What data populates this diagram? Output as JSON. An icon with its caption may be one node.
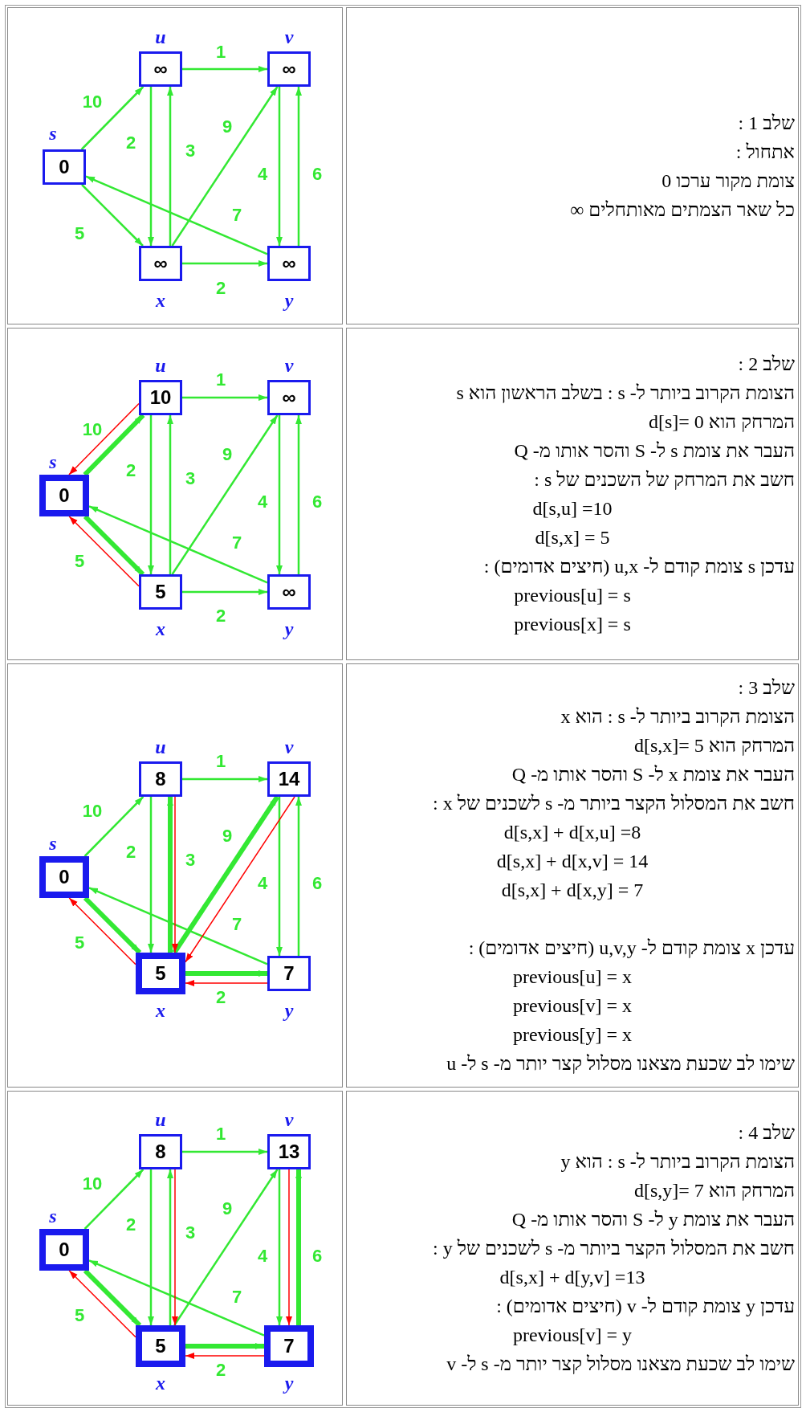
{
  "diagram": {
    "nodes": [
      {
        "text": [],
        "shape": "box"
      },
      {
        "text": [
          "∞"
        ],
        "beside": [
          "u"
        ],
        "in": 0
      },
      {
        "text": [
          "∞"
        ],
        "beside": [
          "v"
        ],
        "in": 0
      },
      {
        "text": [
          "0"
        ],
        "beside": [
          "s"
        ],
        "in": 0
      },
      {
        "text": [
          "∞"
        ],
        "beside": [
          "x"
        ],
        "in": 0
      },
      {
        "text": [
          "∞"
        ],
        "beside": [
          "y"
        ],
        "in": 0
      },
      {
        "text": [
          "שלב 1 :",
          "אתחול :",
          "צומת מקור ערכו 0",
          "כל שאר הצמתים מאותחלים ∞"
        ]
      },
      {
        "text": [],
        "shape": "box"
      },
      {
        "text": [
          "10"
        ],
        "beside": [
          "u"
        ],
        "in": 7
      },
      {
        "text": [
          "∞"
        ],
        "beside": [
          "v"
        ],
        "in": 7
      },
      {
        "text": [
          "0"
        ],
        "beside": [
          "s"
        ],
        "in": 7
      },
      {
        "text": [
          "5"
        ],
        "beside": [
          "x"
        ],
        "in": 7
      },
      {
        "text": [
          "∞"
        ],
        "beside": [
          "y"
        ],
        "in": 7
      },
      {
        "text": [
          "שלב 2 :",
          "הצומת הקרוב ביותר ל- s : בשלב הראשון הוא s",
          "המרחק הוא d[s]= 0",
          "העבר את צומת s ל- S והסר אותו מ- Q",
          "חשב את המרחק של השכנים של s :",
          "d[s,u] =10",
          "d[s,x] = 5",
          "עדכן s צומת קודם ל- u,x (חיצים אדומים) :",
          "previous[u] = s",
          "previous[x] = s"
        ]
      },
      {
        "text": [],
        "shape": "box"
      },
      {
        "text": [
          "8"
        ],
        "beside": [
          "u"
        ],
        "in": 14
      },
      {
        "text": [
          "14"
        ],
        "beside": [
          "v"
        ],
        "in": 14
      },
      {
        "text": [
          "0"
        ],
        "beside": [
          "s"
        ],
        "in": 14
      },
      {
        "text": [
          "5"
        ],
        "beside": [
          "x"
        ],
        "in": 14
      },
      {
        "text": [
          "7"
        ],
        "beside": [
          "y"
        ],
        "in": 14
      },
      {
        "text": [
          "שלב 3 :",
          "הצומת הקרוב ביותר ל- s : הוא x",
          "המרחק הוא d[s,x]= 5",
          "העבר את צומת x ל- S והסר אותו מ- Q",
          "חשב את המסלול הקצר ביותר מ- s לשכנים של x :",
          "d[s,x] + d[x,u] =8",
          "d[s,x] + d[x,v] = 14",
          "d[s,x] + d[x,y] = 7",
          "עדכן x צומת קודם ל- u,v,y (חיצים אדומים) :",
          "previous[u] = x",
          "previous[v] = x",
          "previous[y] = x",
          "שימו לב שכעת מצאנו מסלול קצר יותר מ- s ל- u"
        ]
      },
      {
        "text": [],
        "shape": "box"
      },
      {
        "text": [
          "8"
        ],
        "beside": [
          "u"
        ],
        "in": 21
      },
      {
        "text": [
          "13"
        ],
        "beside": [
          "v"
        ],
        "in": 21
      },
      {
        "text": [
          "0"
        ],
        "beside": [
          "s"
        ],
        "in": 21
      },
      {
        "text": [
          "5"
        ],
        "beside": [
          "x"
        ],
        "in": 21
      },
      {
        "text": [
          "7"
        ],
        "beside": [
          "y"
        ],
        "in": 21
      },
      {
        "text": [
          "שלב 4 :",
          "הצומת הקרוב ביותר ל- s : הוא y",
          "המרחק הוא d[s,y]= 7",
          "העבר את צומת y ל- S והסר אותו מ- Q",
          "חשב את המסלול הקצר ביותר מ- s לשכנים של y :",
          "d[s,x] + d[y,v] =13",
          "עדכן y צומת קודם ל- v (חיצים אדומים) :",
          "previous[v] = y",
          "שימו לב שכעת מצאנו מסלול קצר יותר מ- s ל- v"
        ]
      }
    ],
    "edges": [
      {
        "from": 3,
        "to": 1,
        "arrow": "to",
        "label": "10"
      },
      {
        "from": 3,
        "to": 4,
        "arrow": "to",
        "label": "5"
      },
      {
        "from": 1,
        "to": 2,
        "arrow": "to",
        "label": "1"
      },
      {
        "from": 1,
        "to": 4,
        "arrow": "to",
        "label": "2"
      },
      {
        "from": 4,
        "to": 1,
        "arrow": "to",
        "label": "3"
      },
      {
        "from": 4,
        "to": 2,
        "arrow": "to",
        "label": "9"
      },
      {
        "from": 2,
        "to": 5,
        "arrow": "to",
        "label": "4"
      },
      {
        "from": 5,
        "to": 2,
        "arrow": "to",
        "label": "6"
      },
      {
        "from": 5,
        "to": 3,
        "arrow": "to",
        "label": "7"
      },
      {
        "from": 4,
        "to": 5,
        "arrow": "to",
        "label": "2"
      },
      {
        "from": 10,
        "to": 8,
        "arrow": "to",
        "label": "10",
        "style": "thick"
      },
      {
        "from": 10,
        "to": 11,
        "arrow": "to",
        "label": "5",
        "style": "thick"
      },
      {
        "from": 8,
        "to": 9,
        "arrow": "to",
        "label": "1"
      },
      {
        "from": 8,
        "to": 11,
        "arrow": "to",
        "label": "2"
      },
      {
        "from": 11,
        "to": 8,
        "arrow": "to",
        "label": "3"
      },
      {
        "from": 11,
        "to": 9,
        "arrow": "to",
        "label": "9"
      },
      {
        "from": 9,
        "to": 12,
        "arrow": "to",
        "label": "4"
      },
      {
        "from": 12,
        "to": 9,
        "arrow": "to",
        "label": "6"
      },
      {
        "from": 12,
        "to": 10,
        "arrow": "to",
        "label": "7"
      },
      {
        "from": 11,
        "to": 12,
        "arrow": "to",
        "label": "2"
      },
      {
        "from": 8,
        "to": 10,
        "arrow": "to",
        "color": "#ff0000"
      },
      {
        "from": 11,
        "to": 10,
        "arrow": "to",
        "color": "#ff0000"
      },
      {
        "from": 17,
        "to": 15,
        "arrow": "to",
        "label": "10"
      },
      {
        "from": 17,
        "to": 18,
        "arrow": "to",
        "label": "5",
        "style": "thick"
      },
      {
        "from": 15,
        "to": 16,
        "arrow": "to",
        "label": "1"
      },
      {
        "from": 15,
        "to": 18,
        "arrow": "to",
        "label": "2"
      },
      {
        "from": 18,
        "to": 15,
        "arrow": "to",
        "label": "3",
        "style": "thick"
      },
      {
        "from": 18,
        "to": 16,
        "arrow": "to",
        "label": "9",
        "style": "thick"
      },
      {
        "from": 16,
        "to": 19,
        "arrow": "to",
        "label": "4"
      },
      {
        "from": 19,
        "to": 16,
        "arrow": "to",
        "label": "6"
      },
      {
        "from": 19,
        "to": 17,
        "arrow": "to",
        "label": "7"
      },
      {
        "from": 18,
        "to": 19,
        "arrow": "to",
        "label": "2",
        "style": "thick"
      },
      {
        "from": 18,
        "to": 17,
        "arrow": "to",
        "color": "#ff0000"
      },
      {
        "from": 15,
        "to": 18,
        "arrow": "to",
        "color": "#ff0000"
      },
      {
        "from": 16,
        "to": 18,
        "arrow": "to",
        "color": "#ff0000"
      },
      {
        "from": 19,
        "to": 18,
        "arrow": "to",
        "color": "#ff0000"
      },
      {
        "from": 24,
        "to": 22,
        "arrow": "to",
        "label": "10"
      },
      {
        "from": 24,
        "to": 25,
        "arrow": "to",
        "label": "5",
        "style": "thick"
      },
      {
        "from": 22,
        "to": 23,
        "arrow": "to",
        "label": "1"
      },
      {
        "from": 22,
        "to": 25,
        "arrow": "to",
        "label": "2"
      },
      {
        "from": 25,
        "to": 22,
        "arrow": "to",
        "label": "3"
      },
      {
        "from": 25,
        "to": 23,
        "arrow": "to",
        "label": "9"
      },
      {
        "from": 23,
        "to": 26,
        "arrow": "to",
        "label": "4"
      },
      {
        "from": 26,
        "to": 23,
        "arrow": "to",
        "label": "6",
        "style": "thick"
      },
      {
        "from": 26,
        "to": 24,
        "arrow": "to",
        "label": "7"
      },
      {
        "from": 25,
        "to": 26,
        "arrow": "to",
        "label": "2",
        "style": "thick"
      },
      {
        "from": 25,
        "to": 24,
        "arrow": "to",
        "color": "#ff0000"
      },
      {
        "from": 22,
        "to": 25,
        "arrow": "to",
        "color": "#ff0000"
      },
      {
        "from": 26,
        "to": 25,
        "arrow": "to",
        "color": "#ff0000"
      },
      {
        "from": 23,
        "to": 26,
        "arrow": "to",
        "color": "#ff0000"
      }
    ]
  }
}
